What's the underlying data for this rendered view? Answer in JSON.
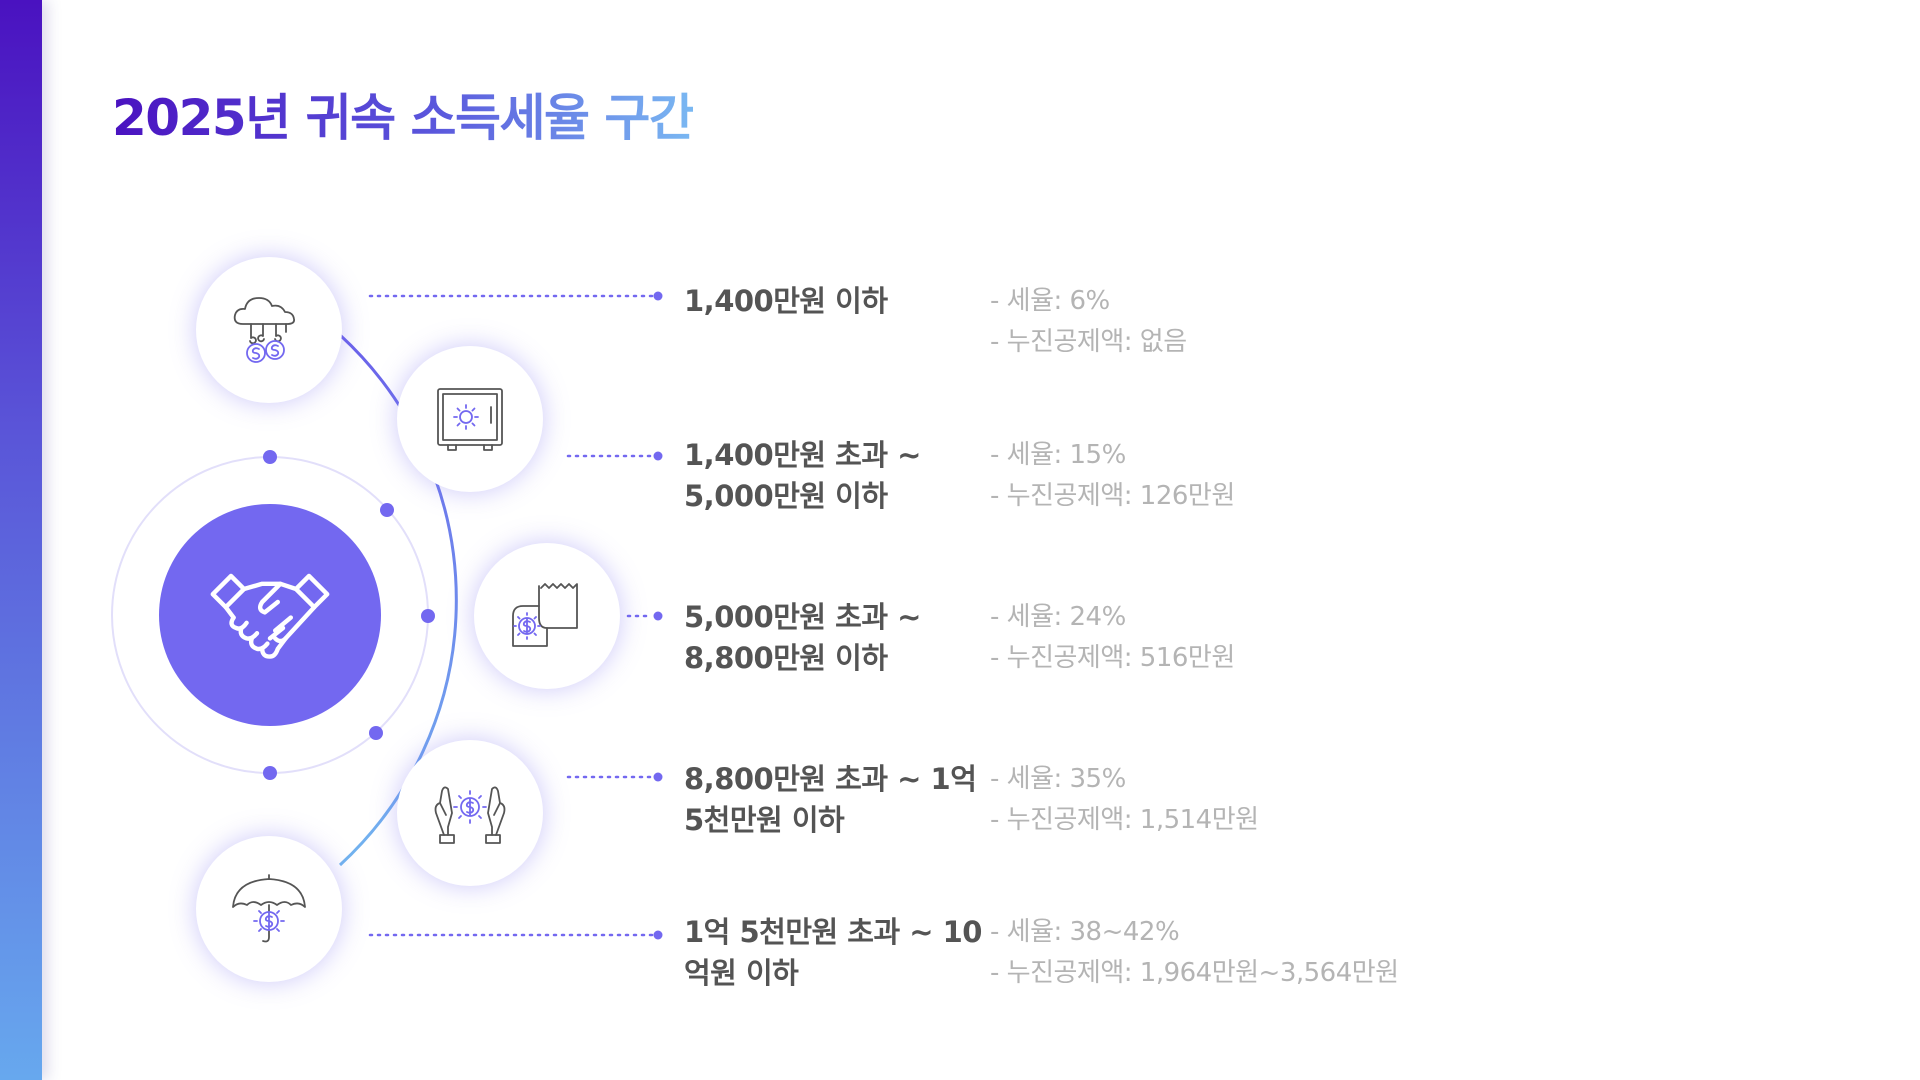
{
  "title": "2025년 귀속 소득세율 구간",
  "brackets": [
    {
      "range_lines": [
        "1,400만원 이하"
      ],
      "rate": "- 세율: 6%",
      "deduction": "- 누진공제액: 없음",
      "icon": "cloud-money-icon"
    },
    {
      "range_lines": [
        "1,400만원 초과 ~",
        "5,000만원 이하"
      ],
      "rate": "- 세율: 15%",
      "deduction": "- 누진공제액: 126만원",
      "icon": "safe-icon"
    },
    {
      "range_lines": [
        "5,000만원 초과 ~",
        "8,800만원 이하"
      ],
      "rate": "- 세율: 24%",
      "deduction": "- 누진공제액: 516만원",
      "icon": "receipt-coin-icon"
    },
    {
      "range_lines": [
        "8,800만원 초과 ~ 1억",
        "5천만원 이하"
      ],
      "rate": "- 세율: 35%",
      "deduction": "- 누진공제액: 1,514만원",
      "icon": "hands-coin-icon"
    },
    {
      "range_lines": [
        "1억 5천만원 초과 ~ 10",
        "억원 이하"
      ],
      "rate": "- 세율: 38~42%",
      "deduction": "- 누진공제액: 1,964만원~3,564만원",
      "icon": "umbrella-coin-icon"
    }
  ],
  "hub_icon": "handshake-icon",
  "colors": {
    "accent": "#7368f0",
    "title_start": "#4a12c0",
    "title_end": "#7ab8f2",
    "detail_text": "#b4b4b4",
    "range_text": "#545454"
  }
}
